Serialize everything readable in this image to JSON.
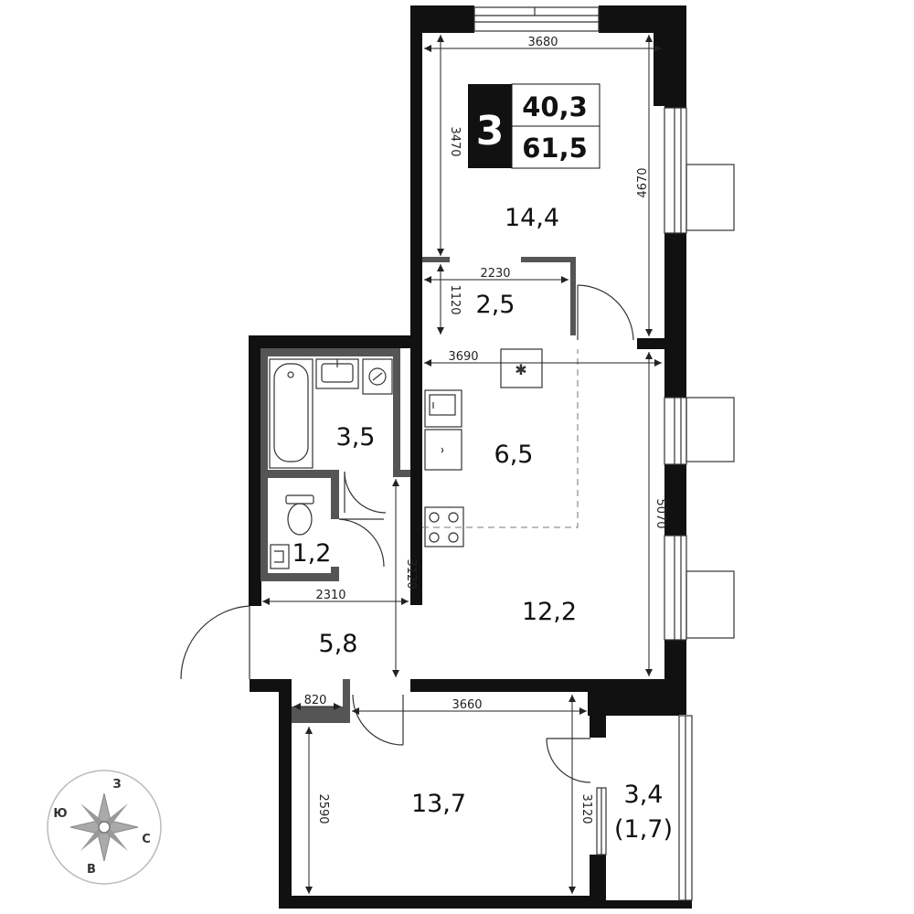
{
  "badge": {
    "rooms": "3",
    "living_area": "40,3",
    "total_area": "61,5"
  },
  "rooms": {
    "room_top": "14,4",
    "wardrobe": "2,5",
    "bathroom": "3,5",
    "wc": "1,2",
    "kitchen": "6,5",
    "living": "12,2",
    "hall": "5,8",
    "bedroom": "13,7",
    "balcony": "3,4",
    "balcony_reduced": "(1,7)"
  },
  "dimensions": {
    "top_width": "3680",
    "top_left_height": "3470",
    "top_right_height": "4670",
    "wardrobe_width": "2230",
    "wardrobe_height": "1120",
    "kitchen_width": "3690",
    "kitchen_height": "5070",
    "hall_width": "2310",
    "hall_height": "3120",
    "niche_width": "820",
    "bedroom_width": "3660",
    "bedroom_left_height": "2590",
    "bedroom_right_height": "3120"
  },
  "compass": {
    "north": "З",
    "west": "Ю",
    "east": "С",
    "south": "В"
  },
  "colors": {
    "wall": "#111111",
    "partition": "#555555",
    "compass": "#aaaaaa"
  },
  "icons": {
    "bathtub": "bathtub-icon",
    "sink": "sink-icon",
    "washer": "washing-machine-icon",
    "toilet": "toilet-icon",
    "stove": "stove-icon",
    "vent": "vent-shaft-icon",
    "compass": "compass-rose-icon"
  }
}
